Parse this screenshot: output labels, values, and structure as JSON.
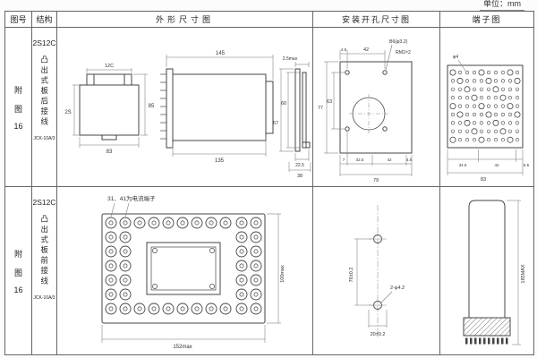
{
  "unit_label": "单位：mm",
  "header": {
    "fig": "图号",
    "struct": "结构",
    "outline": "外形尺寸图",
    "install": "安装开孔尺寸图",
    "terminal": "端子图"
  },
  "rows": [
    {
      "fig_lines": [
        "附",
        "图",
        "16"
      ],
      "model": "2S12C",
      "desc": "凸出式板后接线",
      "code": "JCK-10A/3",
      "outline": {
        "cap_width": "12C",
        "plug": "2S",
        "width": "83",
        "height": "85",
        "top_len": "145",
        "body_len": "135",
        "panel_gap": "2.5max",
        "cut_h1": "60",
        "cut_h2": "67",
        "rear_w1": "22.5",
        "rear_w2": "38"
      },
      "install": {
        "edge": "4.5",
        "pitch_x": "42",
        "hole": "B6(φ3.2)",
        "thread": "RM2×2",
        "total_h": "77",
        "pitch_y": "63",
        "b1": "7",
        "b2": "32.5",
        "b3": "42",
        "b4": "4.5",
        "total_w": "79"
      },
      "terminal": {
        "hole": "φ4",
        "w1": "34.5",
        "w2": "42",
        "w3": "6.5",
        "total": "83"
      }
    },
    {
      "fig_lines": [
        "附",
        "图",
        "16"
      ],
      "model": "2S12C",
      "desc": "凸出式板前接线",
      "code": "JCK-10A/3",
      "outline": {
        "note": "31、41为电流端子",
        "height": "100max",
        "width": "152max"
      },
      "install": {
        "pitch": "76±0.2",
        "holes": "2-φ4.2",
        "offset": "20±0.2"
      },
      "terminal": {
        "height": "185MAX"
      }
    }
  ]
}
